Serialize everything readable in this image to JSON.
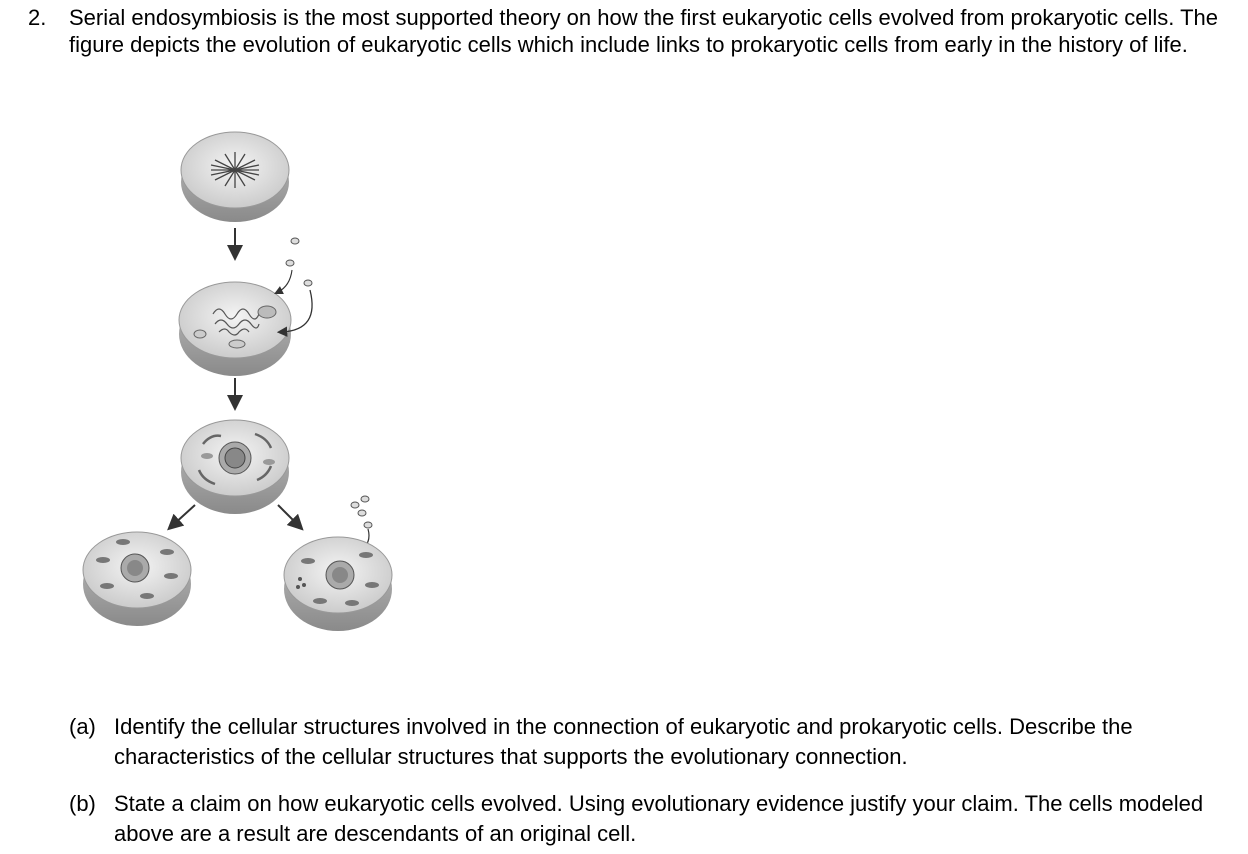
{
  "question": {
    "number": "2.",
    "text": "Serial endosymbiosis is the most supported theory on how the first eukaryotic cells evolved from prokaryotic cells. The figure depicts the evolution of eukaryotic cells which include links to prokaryotic cells from early in the history of life."
  },
  "figure": {
    "stages": [
      "prokaryotic-cell",
      "engulfing-cell",
      "eukaryotic-cell",
      "descendant-cell-left",
      "descendant-cell-right"
    ]
  },
  "parts": [
    {
      "label": "(a)",
      "text": "Identify the cellular structures involved in the connection of eukaryotic and prokaryotic cells. Describe the characteristics of the cellular structures that supports the evolutionary connection."
    },
    {
      "label": "(b)",
      "text": "State a claim on how eukaryotic cells evolved. Using evolutionary evidence justify your claim. The cells modeled above are a result are descendants of an original cell."
    }
  ]
}
